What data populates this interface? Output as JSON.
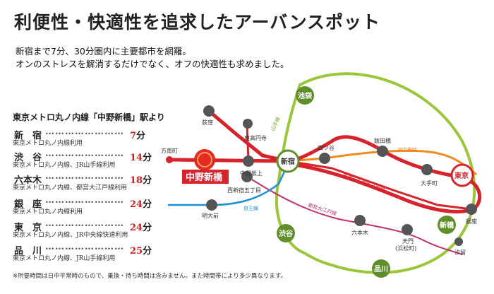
{
  "header": {
    "title": "利便性・快適性を追求したアーバンスポット",
    "intro_line1": "新宿まで7分、30分圏内に主要都市を網羅。",
    "intro_line2": "オンのストレスを解消するだけでなく、オフの快適性も求めました。"
  },
  "travel_times": {
    "heading": "東京メトロ丸ノ内線「中野新橋」駅より",
    "dots": "……………………",
    "unit": "分",
    "destinations": [
      {
        "name": "新　宿",
        "minutes": "7",
        "route": "東京メトロ丸ノ内線利用"
      },
      {
        "name": "渋　谷",
        "minutes": "14",
        "route": "東京メトロ丸ノ内線、JR山手線利用"
      },
      {
        "name": "六本木",
        "minutes": "18",
        "route": "東京メトロ丸ノ内線、都営大江戸線利用"
      },
      {
        "name": "銀　座",
        "minutes": "24",
        "route": "東京メトロ丸ノ内線利用"
      },
      {
        "name": "東　京",
        "minutes": "24",
        "route": "東京メトロ丸ノ内線、JR中央線快速利用"
      },
      {
        "name": "品　川",
        "minutes": "25",
        "route": "東京メトロ丸ノ内線、JR山手線利用"
      }
    ],
    "footnote": "※所要時間は日中平常時のもので、乗換・待ち時間は含みません。また時間帯により多少異なります。"
  },
  "map": {
    "colors": {
      "marunouchi": "#d7232b",
      "yamanote": "#9cc63a",
      "chuo": "#ef8a1f",
      "keio": "#1b8fcf",
      "oedo": "#c0306e",
      "station": "#555555",
      "hub": "#5f8f2a"
    },
    "stations": {
      "ogikubo": "荻窪",
      "higashi_koenji": "東高円寺",
      "hounancho": "方南町",
      "nakano_sakaue": "中野坂上",
      "nishishinjuku_5": "西新宿五丁目",
      "meidaimae": "明大前",
      "shinjuku": "新宿",
      "yotsuya": "四ツ谷",
      "iidabashi": "飯田橋",
      "otemachi": "大手町",
      "tokyo": "東京",
      "ginza": "銀座",
      "roppongi": "六本木",
      "tamachi": "天門",
      "hamamatsucho": "(浜松町)",
      "shiodome": "汐留",
      "ikebukuro": "池袋",
      "shibuya": "渋谷",
      "shinbashi": "新橋",
      "shinagawa": "品川",
      "nakano_shimbashi": "中野新橋"
    },
    "lines": {
      "yamanote": "山手線",
      "jr_chuo": "JR中央線",
      "marunouchi": "東京メトロ丸ノ内線",
      "oedo": "都営大江戸線",
      "keio": "京王線"
    }
  }
}
